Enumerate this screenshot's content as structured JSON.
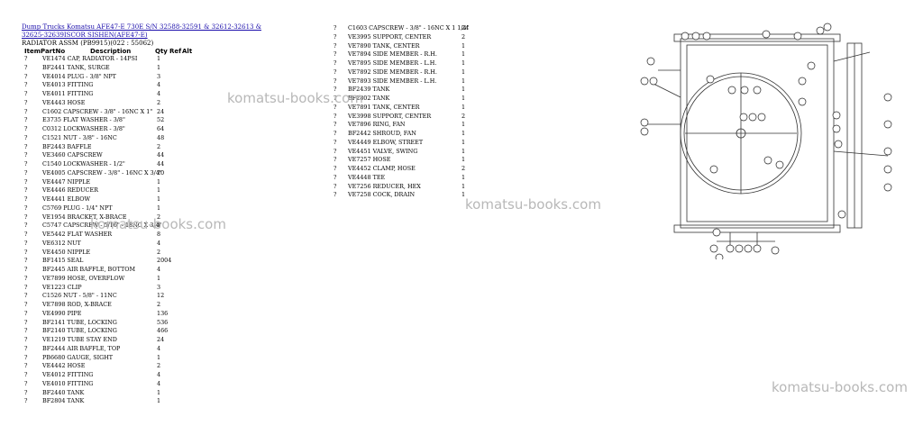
{
  "breadcrumb": {
    "link": "Dump Trucks Komatsu AFE47-E 730E S/N 32588-32591 & 32612-32613 & 32625-32639ISCOR SISHEN(AFE47-E)"
  },
  "subtitle": "RADIATOR ASSM (PB9915)(022 : 55062)",
  "table_header": {
    "item": "Item",
    "partno": "PartNo",
    "description": "Description",
    "qty": "Qty",
    "ref": "Ref",
    "alt": "Alt"
  },
  "left_rows": [
    {
      "item": "?",
      "part": "VE1474 CAP, RADIATOR - 14PSI",
      "qty": "1"
    },
    {
      "item": "?",
      "part": "BF2441 TANK, SURGE",
      "qty": "1"
    },
    {
      "item": "?",
      "part": "VE4014 PLUG - 3/8\" NPT",
      "qty": "3"
    },
    {
      "item": "?",
      "part": "VE4013 FITTING",
      "qty": "4"
    },
    {
      "item": "?",
      "part": "VE4011 FITTING",
      "qty": "4"
    },
    {
      "item": "?",
      "part": "VE4443 HOSE",
      "qty": "2"
    },
    {
      "item": "?",
      "part": "C1602   CAPSCREW - 3/8\" - 16NC X 1\"",
      "qty": "24"
    },
    {
      "item": "?",
      "part": "E3735   FLAT WASHER - 3/8\"",
      "qty": "52"
    },
    {
      "item": "?",
      "part": "C0312   LOCKWASHER - 3/8\"",
      "qty": "64"
    },
    {
      "item": "?",
      "part": "C1521   NUT - 3/8\" - 16NC",
      "qty": "48"
    },
    {
      "item": "?",
      "part": "BF2443 BAFFLE",
      "qty": "2"
    },
    {
      "item": "?",
      "part": "VE3460 CAPSCREW",
      "qty": "44"
    },
    {
      "item": "?",
      "part": "C1540   LOCKWASHER - 1/2\"",
      "qty": "44"
    },
    {
      "item": "?",
      "part": "VE4005 CAPSCREW - 3/8\" - 16NC X 3/4\"",
      "qty": "20"
    },
    {
      "item": "?",
      "part": "VE4447 NIPPLE",
      "qty": "1"
    },
    {
      "item": "?",
      "part": "VE4446 REDUCER",
      "qty": "1"
    },
    {
      "item": "?",
      "part": "VE4441 ELBOW",
      "qty": "1"
    },
    {
      "item": "?",
      "part": "C5769   PLUG - 1/4\" NPT",
      "qty": "1"
    },
    {
      "item": "?",
      "part": "VE1954 BRACKET, X-BRACE",
      "qty": "2"
    },
    {
      "item": "?",
      "part": "C5747   CAPSCREW - 5/16\" - 18NC X 3/4\"",
      "qty": "4"
    },
    {
      "item": "?",
      "part": "VE5442 FLAT WASHER",
      "qty": "8"
    },
    {
      "item": "?",
      "part": "VE6312 NUT",
      "qty": "4"
    },
    {
      "item": "?",
      "part": "VE4450 NIPPLE",
      "qty": "2"
    },
    {
      "item": "?",
      "part": "BF1415 SEAL",
      "qty": "2004"
    },
    {
      "item": "?",
      "part": "BF2445 AIR BAFFLE, BOTTOM",
      "qty": "4"
    },
    {
      "item": "?",
      "part": "VE7899 HOSE, OVERFLOW",
      "qty": "1"
    },
    {
      "item": "?",
      "part": "VE1223 CLIP",
      "qty": "3"
    },
    {
      "item": "?",
      "part": "C1526   NUT - 5/8\" - 11NC",
      "qty": "12"
    },
    {
      "item": "?",
      "part": "VE7898 ROD, X-BRACE",
      "qty": "2"
    },
    {
      "item": "?",
      "part": "VE4990 PIPE",
      "qty": "136"
    },
    {
      "item": "?",
      "part": "BF2141 TUBE, LOCKING",
      "qty": "536"
    },
    {
      "item": "?",
      "part": "BF2140 TUBE, LOCKING",
      "qty": "466"
    },
    {
      "item": "?",
      "part": "VE1219 TUBE STAY END",
      "qty": "24"
    },
    {
      "item": "?",
      "part": "BF2444 AIR BAFFLE, TOP",
      "qty": "4"
    },
    {
      "item": "?",
      "part": "PB6680 GAUGE, SIGHT",
      "qty": "1"
    },
    {
      "item": "?",
      "part": "VE4442 HOSE",
      "qty": "2"
    },
    {
      "item": "?",
      "part": "VE4012 FITTING",
      "qty": "4"
    },
    {
      "item": "?",
      "part": "VE4010 FITTING",
      "qty": "4"
    },
    {
      "item": "?",
      "part": "BF2440 TANK",
      "qty": "1"
    },
    {
      "item": "?",
      "part": "BF2804 TANK",
      "qty": "1"
    }
  ],
  "right_rows": [
    {
      "item": "?",
      "part": "C1603   CAPSCREW - 3/8\" - 16NC X 1 1/4\"",
      "qty": "24"
    },
    {
      "item": "?",
      "part": "VE3995 SUPPORT, CENTER",
      "qty": "2"
    },
    {
      "item": "?",
      "part": "VE7890 TANK, CENTER",
      "qty": "1"
    },
    {
      "item": "?",
      "part": "VE7894 SIDE MEMBER - R.H.",
      "qty": "1"
    },
    {
      "item": "?",
      "part": "VE7895 SIDE MEMBER - L.H.",
      "qty": "1"
    },
    {
      "item": "?",
      "part": "VE7892 SIDE MEMBER - R.H.",
      "qty": "1"
    },
    {
      "item": "?",
      "part": "VE7893 SIDE MEMBER - L.H.",
      "qty": "1"
    },
    {
      "item": "?",
      "part": "BF2439 TANK",
      "qty": "1"
    },
    {
      "item": "?",
      "part": "BF2802 TANK",
      "qty": "1"
    },
    {
      "item": "?",
      "part": "VE7891 TANK, CENTER",
      "qty": "1"
    },
    {
      "item": "?",
      "part": "VE3998 SUPPORT, CENTER",
      "qty": "2"
    },
    {
      "item": "?",
      "part": "VE7896 RING, FAN",
      "qty": "1"
    },
    {
      "item": "?",
      "part": "BF2442 SHROUD, FAN",
      "qty": "1"
    },
    {
      "item": "?",
      "part": "VE4449 ELBOW, STREET",
      "qty": "1"
    },
    {
      "item": "?",
      "part": "VE4451 VALVE, SWING",
      "qty": "1"
    },
    {
      "item": "?",
      "part": "VE7257 HOSE",
      "qty": "1"
    },
    {
      "item": "?",
      "part": "VE4452 CLAMP, HOSE",
      "qty": "2"
    },
    {
      "item": "?",
      "part": "VE4448 TEE",
      "qty": "1"
    },
    {
      "item": "?",
      "part": "VE7256 REDUCER, HEX",
      "qty": "1"
    },
    {
      "item": "?",
      "part": "VE7258 COCK, DRAIN",
      "qty": "1"
    }
  ],
  "watermark": "komatsu-books.com"
}
